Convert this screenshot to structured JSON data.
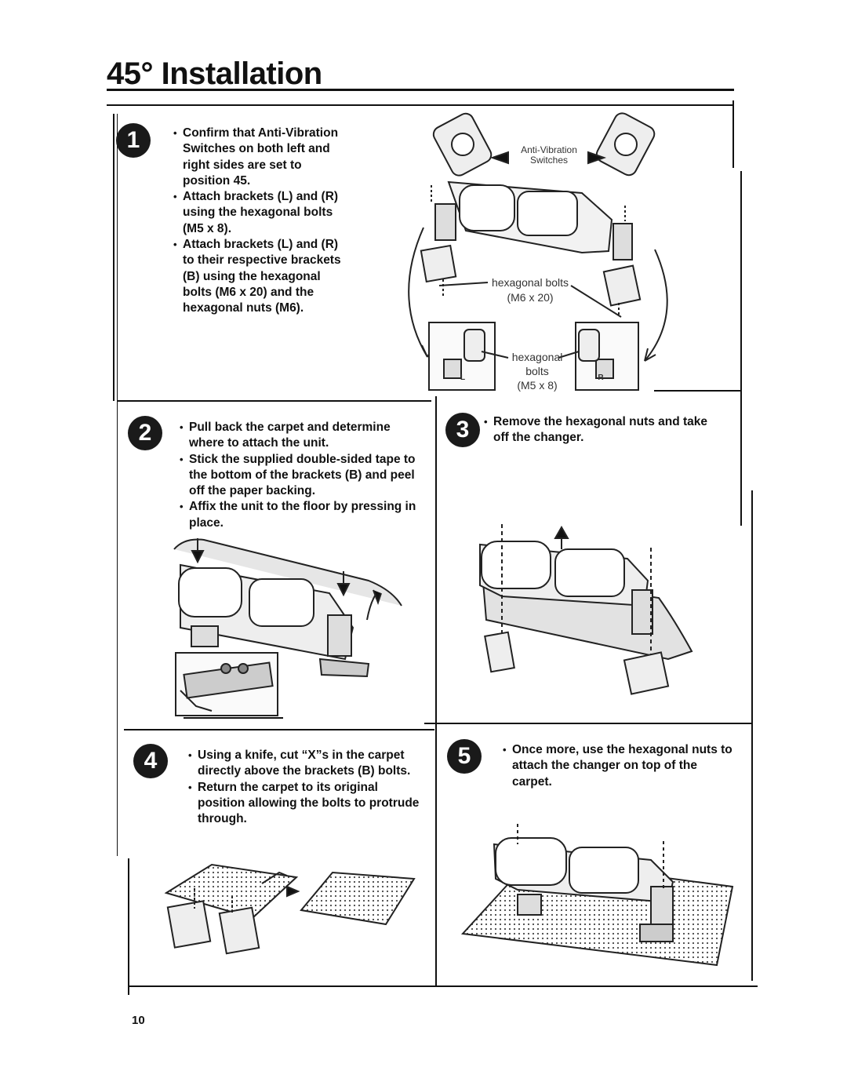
{
  "page": {
    "title": "45° Installation",
    "page_number": "10"
  },
  "steps": [
    {
      "number": "1",
      "bullets": [
        "Confirm that Anti-Vibration Switches on both left and right sides are set to position 45.",
        "Attach brackets (L) and (R) using the hexagonal bolts (M5 x 8).",
        "Attach brackets (L) and (R) to their respective brackets (B) using the hexagonal bolts (M6 x 20) and the hexagonal nuts (M6)."
      ],
      "figure": {
        "switch_label_line1": "Anti-Vibration",
        "switch_label_line2": "Switches",
        "bolt_label_line1": "hexagonal bolts",
        "bolt_label_line2": "(M6 x 20)",
        "small_bolt_label_line1": "hexagonal",
        "small_bolt_label_line2": "bolts",
        "small_bolt_label_line3": "(M5 x 8)",
        "bracket_left_mark": "L",
        "bracket_right_mark": "R"
      }
    },
    {
      "number": "2",
      "bullets": [
        "Pull back the carpet and determine where to attach the unit.",
        "Stick the supplied double-sided tape to the bottom of the brackets (B) and peel off the paper backing.",
        "Affix the unit to the floor by pressing in place."
      ]
    },
    {
      "number": "3",
      "bullets": [
        "Remove the hexagonal nuts and take off the changer."
      ]
    },
    {
      "number": "4",
      "bullets": [
        "Using a knife, cut “X”s in the carpet directly above the brackets (B) bolts.",
        "Return the carpet to its original position allowing the bolts to protrude through."
      ]
    },
    {
      "number": "5",
      "bullets": [
        "Once more, use the hexagonal nuts to attach the changer on top of the carpet."
      ]
    }
  ]
}
